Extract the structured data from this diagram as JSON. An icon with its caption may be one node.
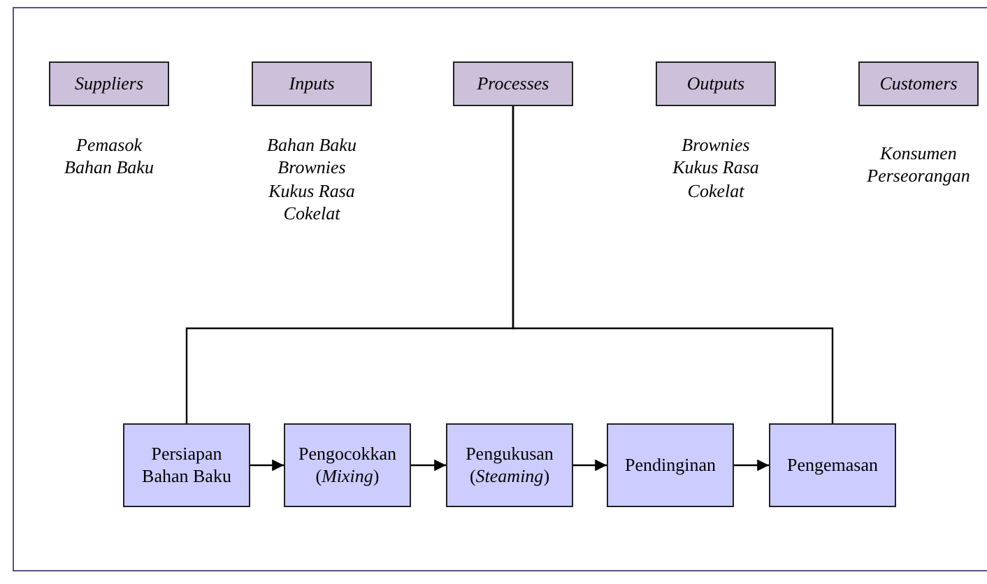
{
  "diagram": {
    "nodes": [
      {
        "text": [
          "Suppliers"
        ],
        "beside": [
          "Pemasok Bahan Baku"
        ]
      },
      {
        "text": [
          "Inputs"
        ],
        "beside": [
          "Bahan Baku Brownies Kukus Rasa Cokelat"
        ]
      },
      {
        "text": [
          "Processes"
        ]
      },
      {
        "text": [
          "Outputs"
        ],
        "beside": [
          "Brownies Kukus Rasa Cokelat"
        ]
      },
      {
        "text": [
          "Customers"
        ],
        "beside": [
          "Konsumen Perseorangan"
        ]
      },
      {
        "text": [
          "Persiapan Bahan Baku"
        ]
      },
      {
        "text": [
          "Pengocokkan (*Mixing*)"
        ]
      },
      {
        "text": [
          "Pengukusan (*Steaming*)"
        ]
      },
      {
        "text": [
          "Pendinginan"
        ]
      },
      {
        "text": [
          "Pengemasan"
        ]
      }
    ],
    "edges": [
      {
        "from": 2,
        "to": 5,
        "arrow": "none"
      },
      {
        "from": 2,
        "to": 9,
        "arrow": "none"
      },
      {
        "from": 5,
        "to": 6,
        "arrow": "to"
      },
      {
        "from": 6,
        "to": 7,
        "arrow": "to"
      },
      {
        "from": 7,
        "to": 8,
        "arrow": "to"
      },
      {
        "from": 8,
        "to": 9,
        "arrow": "to"
      }
    ]
  }
}
